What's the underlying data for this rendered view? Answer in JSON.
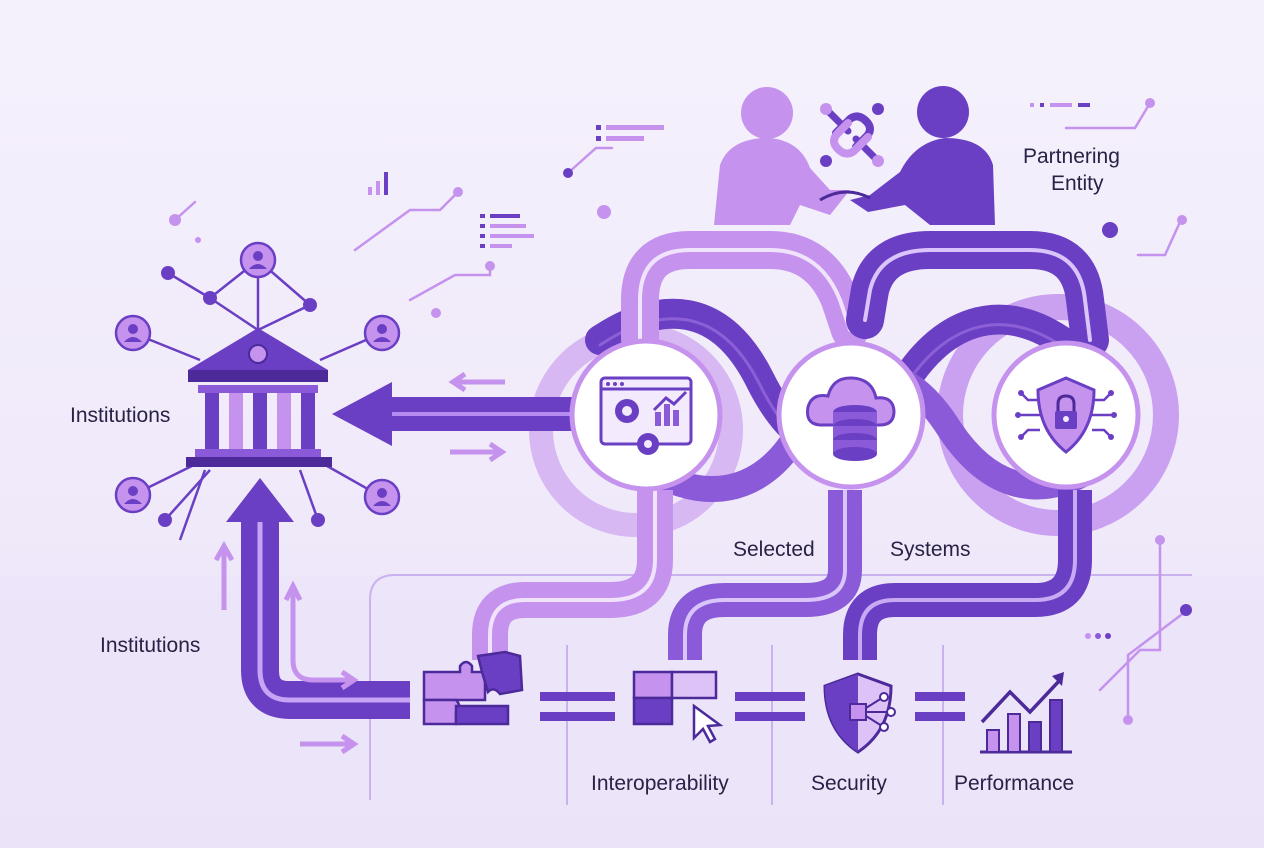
{
  "labels": {
    "partnering_entity_line1": "Partnering",
    "partnering_entity_line2": "Entity",
    "institutions_top": "Institutions",
    "institutions_bottom": "Institutions",
    "selected": "Selected",
    "systems": "Systems",
    "interoperability": "Interoperability",
    "security": "Security",
    "performance": "Performance"
  },
  "colors": {
    "background": "#f3effb",
    "dark_purple": "#6a3fc4",
    "mid_purple": "#8a5ad8",
    "light_purple": "#c592ee",
    "pale_purple": "#dcc2f6",
    "text": "#2a2146"
  },
  "icons": {
    "handshake": "handshake-icon",
    "link": "link-icon",
    "institution": "bank-building-icon",
    "user": "user-icon",
    "dashboard": "dashboard-gears-chart-icon",
    "cloud_database": "cloud-database-icon",
    "security_shield": "shield-lock-icon",
    "puzzle": "puzzle-icon",
    "puzzle_cursor": "puzzle-cursor-icon",
    "shield_circuit": "shield-circuit-icon",
    "performance_chart": "bar-chart-trend-icon"
  }
}
